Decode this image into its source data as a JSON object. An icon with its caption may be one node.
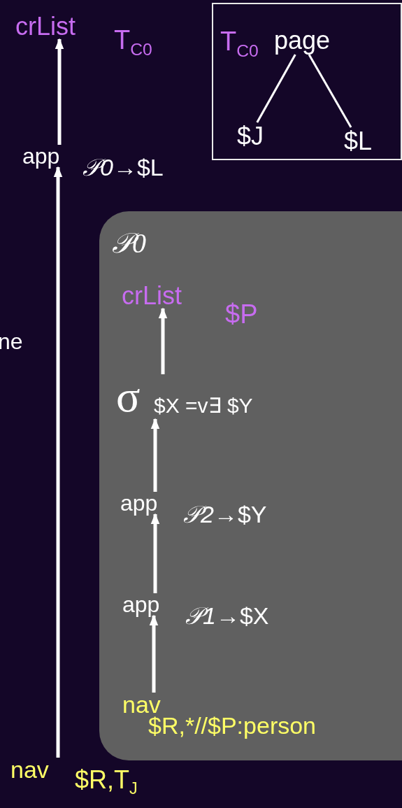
{
  "diagram": {
    "nodes": [
      {
        "text": [
          "crList"
        ],
        "beside": [
          "T$_{C0}$"
        ]
      },
      {
        "text": [
          "app"
        ],
        "beside": [
          "*𝒫0*→$L"
        ]
      },
      {
        "text": [
          "nav"
        ],
        "beside": [
          "$R,T$_{J}$"
        ]
      },
      {
        "text": [],
        "shape": "box"
      },
      {
        "text": [
          "page"
        ],
        "beside": [
          "T$_{C0}$"
        ],
        "in": 3
      },
      {
        "text": [
          "$J"
        ],
        "in": 3
      },
      {
        "text": [
          "$L"
        ],
        "in": 3
      },
      {
        "text": [
          "𝒫0"
        ]
      },
      {
        "text": [
          "crList"
        ],
        "beside": [
          "$P"
        ],
        "in": 7
      },
      {
        "text": [
          "σ"
        ],
        "beside": [
          "$X =v∃ $Y"
        ],
        "in": 7
      },
      {
        "text": [
          "app"
        ],
        "beside": [
          "*𝒫2*→$Y"
        ],
        "in": 7
      },
      {
        "text": [
          "app"
        ],
        "beside": [
          "*𝒫1*→$X"
        ],
        "in": 7
      },
      {
        "text": [
          "nav"
        ],
        "beside": [
          "$R,*//$P:person"
        ],
        "in": 7
      }
    ],
    "edges": [
      {
        "from": 1,
        "to": 0,
        "arrow": "to"
      },
      {
        "from": 2,
        "to": 1,
        "arrow": "to"
      },
      {
        "from": 4,
        "to": 5,
        "arrow": "none"
      },
      {
        "from": 4,
        "to": 6,
        "arrow": "none"
      },
      {
        "from": 9,
        "to": 8,
        "arrow": "to"
      },
      {
        "from": 10,
        "to": 9,
        "arrow": "to"
      },
      {
        "from": 11,
        "to": 10,
        "arrow": "to"
      },
      {
        "from": 12,
        "to": 11,
        "arrow": "to"
      }
    ],
    "labels": [
      "ne"
    ]
  }
}
